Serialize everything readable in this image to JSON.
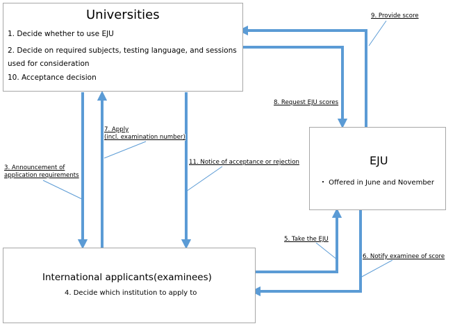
{
  "universities": {
    "title": "Universities",
    "lines": [
      "1. Decide whether to use EJU",
      "2. Decide on required subjects, testing language, and sessions",
      "used for consideration",
      "10. Acceptance decision"
    ]
  },
  "eju": {
    "title": "EJU",
    "bullet": "・ Offered in June and November"
  },
  "applicants": {
    "title": "International applicants(examinees)",
    "line": "4. Decide which institution to apply to"
  },
  "labels": {
    "provide_score": "9. Provide score",
    "request_scores": "8. Request EJU scores",
    "apply_1": "7. Apply",
    "apply_2": "(incl. examination number)",
    "announcement_1": "3. Announcement of",
    "announcement_2": "application requirements",
    "notice": "11. Notice of acceptance or rejection",
    "take_eju": "5. Take the EJU",
    "notify": "6. Notify examinee of score"
  },
  "colors": {
    "arrow": "#5b9bd5",
    "leader": "#5b9bd5",
    "box_border": "#a6a6a6"
  }
}
